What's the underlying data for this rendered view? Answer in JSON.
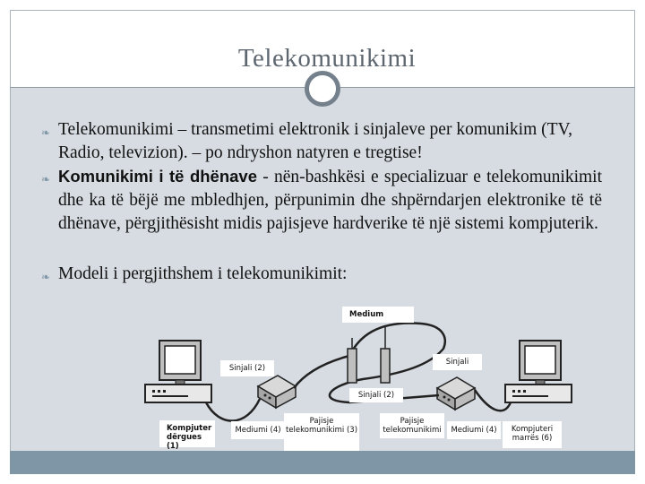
{
  "slide": {
    "title": "Telekomunikimi",
    "bullets": [
      {
        "text": "Telekomunikimi – transmetimi elektronik i sinjaleve per komunikim (TV, Radio, televizion). – po ndryshon natyren e tregtise!"
      },
      {
        "term": "Komunikimi i të dhënave",
        "text": " - nën-bashkësi e specializuar e telekomunikimit dhe ka të bëjë me mbledhjen, përpunimin dhe shpërndarjen elektronike të të dhënave, përgjithësisht midis pajisjeve hardverike të një sistemi kompjuterik."
      },
      {
        "text": "Modeli i pergjithshem i telekomunikimit:"
      }
    ]
  },
  "diagram": {
    "medium": "Medium",
    "signal_2_left": "Sinjali (2)",
    "signal_right": "Sinjali",
    "signal_2_center": "Sinjali (2)",
    "sender": "Kompjuter dërgues (1)",
    "medium_4_left": "Mediumi (4)",
    "device_3": "Pajisje telekomunikimi (3)",
    "device_right": "Pajisje telekomunikimi",
    "medium_4_right": "Mediumi (4)",
    "receiver": "Kompjuteri marrës (6)"
  },
  "colors": {
    "panel_bg": "#d6dce2",
    "accent": "#7f96a6",
    "title_text": "#5e6770"
  }
}
